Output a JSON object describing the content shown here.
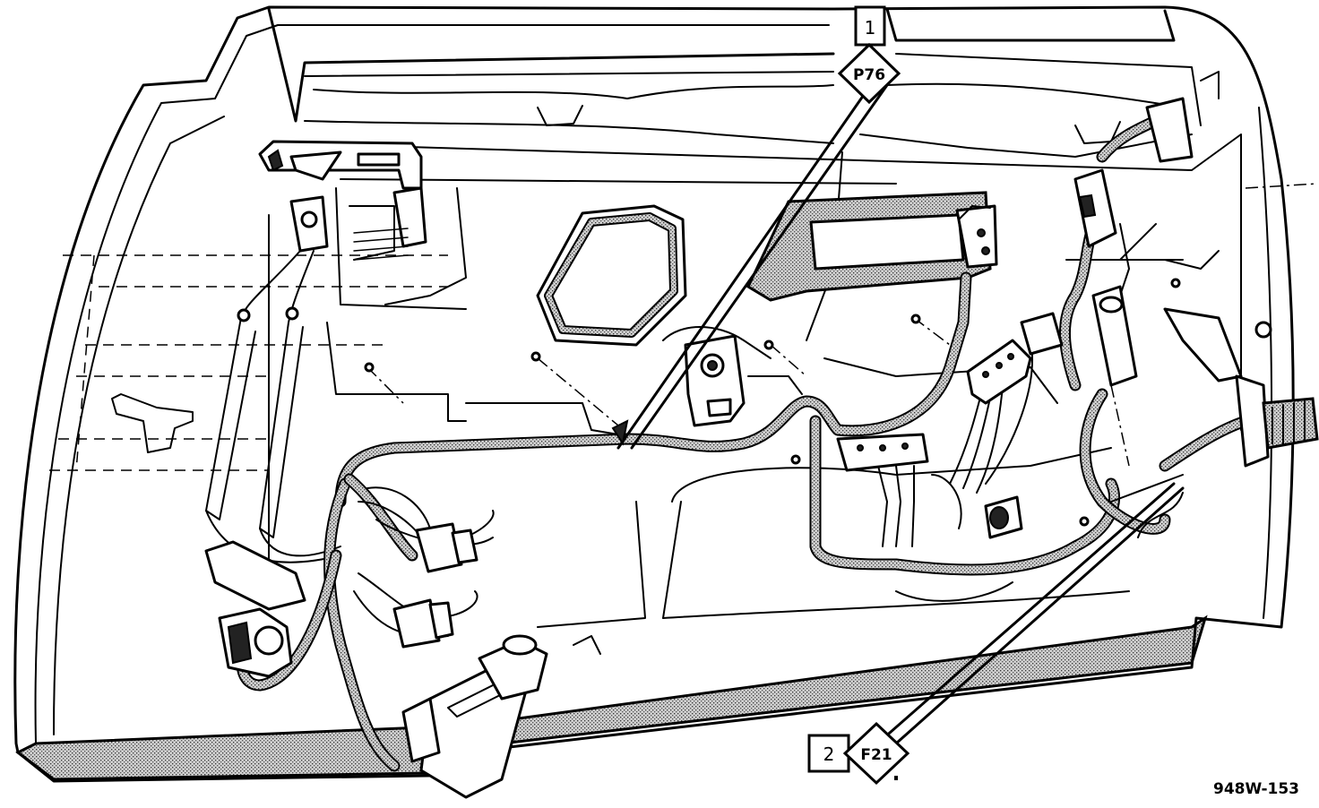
{
  "callouts": {
    "top": {
      "number": "1",
      "code": "P76"
    },
    "bottom": {
      "number": "2",
      "code": "F21"
    }
  },
  "figure_id": "948W-153",
  "colors": {
    "ink": "#000000",
    "paper": "#ffffff",
    "stipple": "#8a8a8a"
  }
}
